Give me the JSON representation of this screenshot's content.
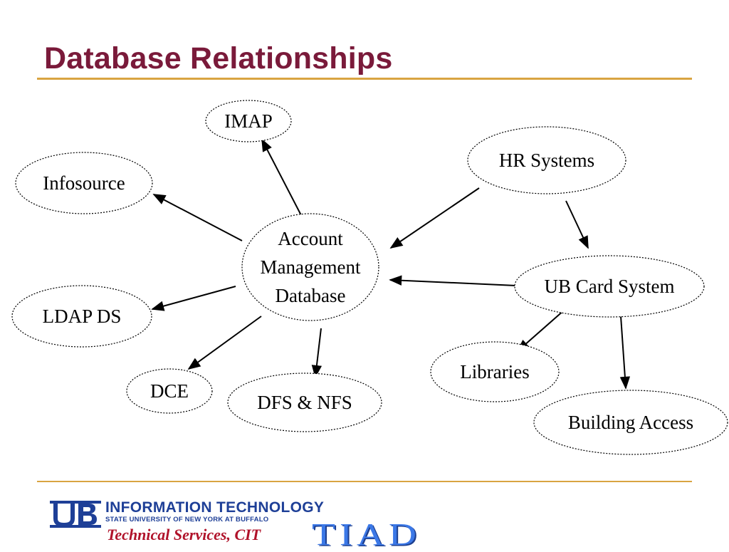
{
  "slide": {
    "title": "Database Relationships"
  },
  "diagram": {
    "nodes": [
      {
        "id": "imap",
        "lines": [
          "IMAP"
        ]
      },
      {
        "id": "hr",
        "lines": [
          "HR Systems"
        ]
      },
      {
        "id": "infosource",
        "lines": [
          "Infosource"
        ]
      },
      {
        "id": "amd",
        "lines": [
          "Account",
          "Management",
          "Database"
        ]
      },
      {
        "id": "ubcard",
        "lines": [
          "UB Card System"
        ]
      },
      {
        "id": "ldap",
        "lines": [
          "LDAP DS"
        ]
      },
      {
        "id": "libraries",
        "lines": [
          "Libraries"
        ]
      },
      {
        "id": "dce",
        "lines": [
          "DCE"
        ]
      },
      {
        "id": "dfs",
        "lines": [
          "DFS & NFS"
        ]
      },
      {
        "id": "building",
        "lines": [
          "Building Access"
        ]
      }
    ],
    "edges": [
      {
        "from": "amd",
        "to": "imap"
      },
      {
        "from": "amd",
        "to": "infosource"
      },
      {
        "from": "amd",
        "to": "ldap"
      },
      {
        "from": "amd",
        "to": "dce"
      },
      {
        "from": "amd",
        "to": "dfs"
      },
      {
        "from": "hr",
        "to": "amd"
      },
      {
        "from": "hr",
        "to": "ubcard"
      },
      {
        "from": "ubcard",
        "to": "amd"
      },
      {
        "from": "ubcard",
        "to": "libraries"
      },
      {
        "from": "ubcard",
        "to": "building"
      }
    ]
  },
  "footer": {
    "brand": "INFORMATION TECHNOLOGY",
    "university": "STATE UNIVERSITY OF NEW YORK AT BUFFALO",
    "department": "Technical Services, CIT",
    "tiad": "TIAD"
  },
  "colors": {
    "title": "#7a1a3a",
    "rule": "#d9a441",
    "logo_blue": "#1e3f97",
    "logo_red": "#b0122a",
    "tiad_blue": "#3b78e7"
  },
  "icons": {
    "ub_logo": "ub-monogram-icon"
  }
}
